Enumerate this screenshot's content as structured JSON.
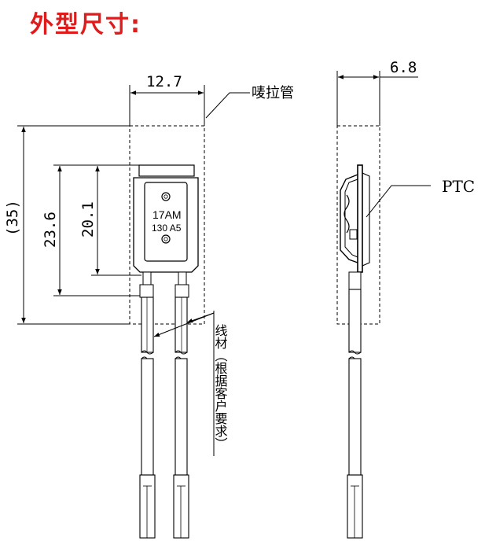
{
  "title": "外型尺寸:",
  "dimensions": {
    "width": "12.7",
    "thickness": "6.8",
    "overall_height": "(35)",
    "body_height": "23.6",
    "inner_height": "20.1"
  },
  "labels": {
    "sleeve": "唛拉管",
    "ptc": "PTC",
    "wire": "线材（根据客户要求）"
  },
  "component_marking": {
    "line1": "17AM",
    "line2": "130 A5"
  }
}
